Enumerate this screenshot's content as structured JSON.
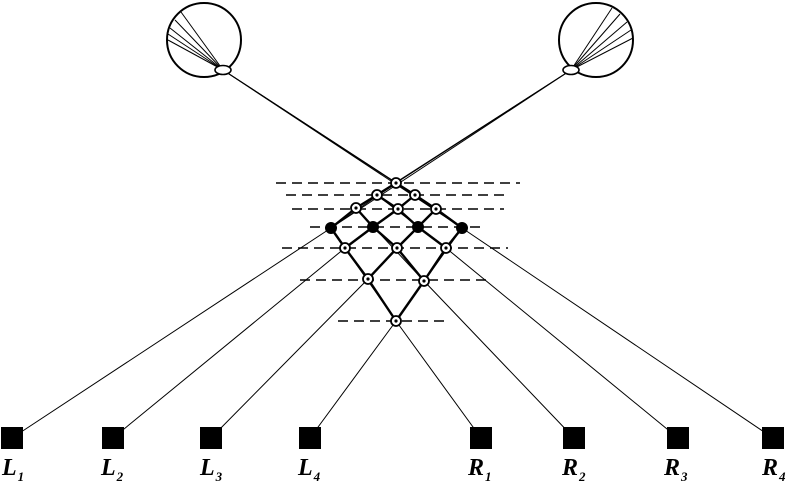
{
  "diagram": {
    "eyes": [
      "left-eye",
      "right-eye"
    ],
    "left_targets": [
      {
        "letter": "L",
        "sub": "1"
      },
      {
        "letter": "L",
        "sub": "2"
      },
      {
        "letter": "L",
        "sub": "3"
      },
      {
        "letter": "L",
        "sub": "4"
      }
    ],
    "right_targets": [
      {
        "letter": "R",
        "sub": "1"
      },
      {
        "letter": "R",
        "sub": "2"
      },
      {
        "letter": "R",
        "sub": "3"
      },
      {
        "letter": "R",
        "sub": "4"
      }
    ],
    "colors": {
      "ink": "#000000",
      "background": "#ffffff"
    }
  }
}
